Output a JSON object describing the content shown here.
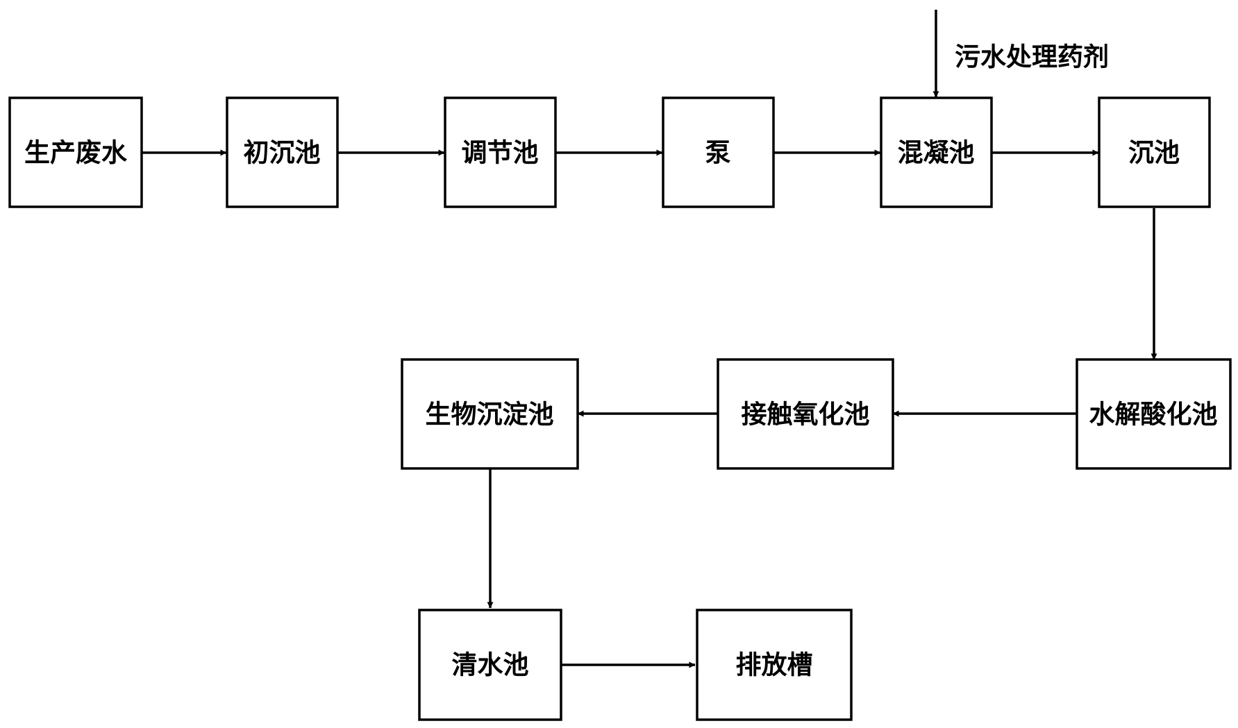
{
  "diagram": {
    "nodes": {
      "production_wastewater": "生产废水",
      "primary_settling_tank": "初沉池",
      "regulating_tank": "调节池",
      "pump": "泵",
      "coagulation_tank": "混凝池",
      "settling_tank": "沉池",
      "hydrolysis_acidification_tank": "水解酸化池",
      "contact_oxidation_tank": "接触氧化池",
      "biological_sedimentation_tank": "生物沉淀池",
      "clear_water_tank": "清水池",
      "discharge_trough": "排放槽"
    },
    "annotations": {
      "chemical_input": "污水处理药剂"
    },
    "edges": [
      {
        "from": "production_wastewater",
        "to": "primary_settling_tank"
      },
      {
        "from": "primary_settling_tank",
        "to": "regulating_tank"
      },
      {
        "from": "regulating_tank",
        "to": "pump"
      },
      {
        "from": "pump",
        "to": "coagulation_tank"
      },
      {
        "from": "chemical_input",
        "to": "coagulation_tank"
      },
      {
        "from": "coagulation_tank",
        "to": "settling_tank"
      },
      {
        "from": "settling_tank",
        "to": "hydrolysis_acidification_tank"
      },
      {
        "from": "hydrolysis_acidification_tank",
        "to": "contact_oxidation_tank"
      },
      {
        "from": "contact_oxidation_tank",
        "to": "biological_sedimentation_tank"
      },
      {
        "from": "biological_sedimentation_tank",
        "to": "clear_water_tank"
      },
      {
        "from": "clear_water_tank",
        "to": "discharge_trough"
      }
    ],
    "colors": {
      "stroke": "#000000",
      "background": "#ffffff"
    }
  }
}
